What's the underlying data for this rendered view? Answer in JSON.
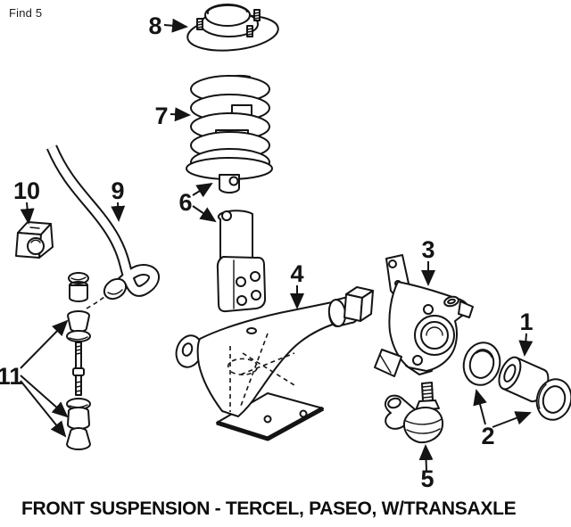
{
  "header": {
    "find_label": "Find 5"
  },
  "diagram": {
    "ink_color": "#141414",
    "background_color": "#ffffff",
    "callouts": [
      {
        "number": "1"
      },
      {
        "number": "2"
      },
      {
        "number": "3"
      },
      {
        "number": "4"
      },
      {
        "number": "5"
      },
      {
        "number": "6"
      },
      {
        "number": "7"
      },
      {
        "number": "8"
      },
      {
        "number": "9"
      },
      {
        "number": "10"
      },
      {
        "number": "11"
      }
    ]
  },
  "footer": {
    "title": "FRONT SUSPENSION - TERCEL, PASEO, W/TRANSAXLE"
  }
}
